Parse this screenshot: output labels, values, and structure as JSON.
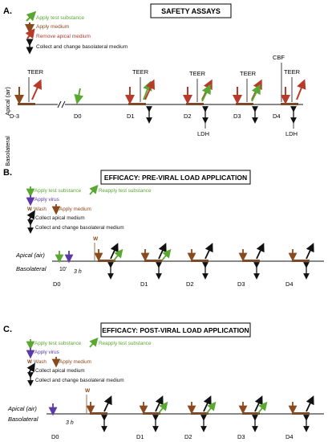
{
  "colors": {
    "green": "#5aa832",
    "brown": "#8b4a1e",
    "red": "#b83a2a",
    "black": "#111111",
    "purple": "#5a3aa8",
    "timeline_fill": "#7a4a2a"
  },
  "icons": {
    "green": "green-arrow-icon",
    "brown": "brown-arrow-icon",
    "red": "red-arrow-icon",
    "black_double": "double-arrow-icon",
    "black_up": "black-arrow-icon",
    "purple": "purple-arrow-icon",
    "wash": "wash-icon"
  },
  "panel_a": {
    "letter": "A.",
    "title": "SAFETY ASSAYS",
    "legend": {
      "apply_test": "Apply test substance",
      "apply_medium": "Apply medium",
      "remove_apical": "Remove apical medium",
      "collect_change": "Collect and change basolateral medium"
    },
    "side_apical": "Apical (air)",
    "side_basolateral": "Basolateral",
    "days": [
      "D-3",
      "D0",
      "D1",
      "D2",
      "D3",
      "D4"
    ],
    "teer": "TEER",
    "cbf": "CBF",
    "ldh": "LDH"
  },
  "panel_b": {
    "letter": "B.",
    "title": "EFFICACY: PRE-VIRAL LOAD APPLICATION",
    "legend": {
      "apply_test": "Apply test substance",
      "reapply_test": "Reapply test substance",
      "apply_virus": "Apply virus",
      "wash_mark": "W",
      "wash": "Wash",
      "apply_medium": "Apply medium",
      "collect_apical": "Collect apical medium",
      "collect_change": "Collect and change basolateral medium"
    },
    "label_apical": "Apical (air)",
    "label_basolateral": "Basolateral",
    "days": [
      "D0",
      "D1",
      "D2",
      "D3",
      "D4"
    ],
    "time_10": "10'",
    "time_3h": "3 h",
    "wash_mark": "W"
  },
  "panel_c": {
    "letter": "C.",
    "title": "EFFICACY: POST-VIRAL LOAD APPLICATION",
    "legend": {
      "apply_test": "Apply test substance",
      "reapply_test": "Reapply test substance",
      "apply_virus": "Apply virus",
      "wash_mark": "W",
      "wash": "Wash",
      "apply_medium": "Apply medium",
      "collect_apical": "Collect apical medium",
      "collect_change": "Collect and change basolateral medium"
    },
    "label_apical": "Apical (air)",
    "label_basolateral": "Basolateral",
    "days": [
      "D0",
      "D1",
      "D2",
      "D3",
      "D4"
    ],
    "time_3h": "3 h",
    "wash_mark": "W"
  }
}
